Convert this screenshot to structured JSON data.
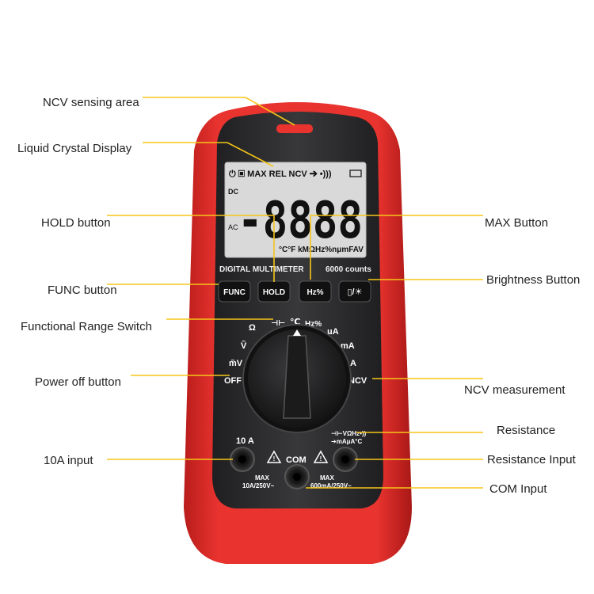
{
  "device": {
    "lcd_top_icons": "⏻ ▣ MAX REL NCV ➔ •)))",
    "dc_label": "DC",
    "ac_label": "AC",
    "digits": "-8888",
    "units": "°C°F kMΩHz%nμmFAV",
    "model_label": "DIGITAL MULTIMETER",
    "counts_label": "6000 counts",
    "buttons": [
      {
        "label": "FUNC"
      },
      {
        "label": "HOLD"
      },
      {
        "label": "Hz%"
      },
      {
        "label": "▯/☀"
      }
    ],
    "dial": {
      "off": "OFF",
      "mv": "m̃V",
      "v": "Ṽ",
      "ohm": "Ω",
      "cap": "⊣⊢",
      "temp": "℃",
      "hz": "Hz%",
      "ua": "μA",
      "ma": "mA",
      "a": "A",
      "ncv": "NCV"
    },
    "jack_labels": {
      "ten_a": "10 A",
      "com": "COM",
      "right_top": "⊣⊢VΩHz•))",
      "right_bottom": "➔mAμA°C",
      "max_left": "MAX",
      "max_left_rating": "10A/250V~",
      "max_right": "MAX",
      "max_right_rating": "600mA/250V~"
    }
  },
  "callouts": {
    "ncv_sensing": "NCV sensing area",
    "lcd": "Liquid Crystal Display",
    "hold": "HOLD button",
    "max": "MAX Button",
    "func": "FUNC button",
    "brightness": "Brightness Button",
    "range_switch": "Functional Range Switch",
    "power_off": "Power off button",
    "ncv_measure": "NCV measurement",
    "resistance": "Resistance",
    "ten_a_input": "10A input",
    "resistance_input": "Resistance Input",
    "com_input": "COM Input"
  },
  "colors": {
    "body_red": "#e02d2a",
    "body_dark": "#2e2e30",
    "lcd_bg": "#d8d8d8",
    "callout_line": "#f5c518"
  }
}
